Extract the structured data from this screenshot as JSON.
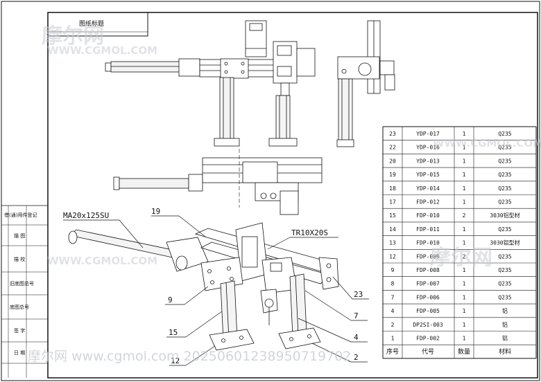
{
  "title_box": "图纸标题",
  "side_labels": [
    "借(通)用件登记",
    "描 图",
    "描 校",
    "旧底图总号",
    "底图总号",
    "签 字",
    "日 期"
  ],
  "callouts": {
    "cylinder": "MA20x125SU",
    "screw": "TR10X20S",
    "n19": "19",
    "n9": "9",
    "n15": "15",
    "n12": "12",
    "n23": "23",
    "n7": "7",
    "n4": "4",
    "n2": "2"
  },
  "bom": {
    "headers": {
      "seq": "序号",
      "code": "代号",
      "qty": "数量",
      "material": "材料"
    },
    "rows": [
      {
        "seq": "23",
        "code": "YDP-017",
        "qty": "1",
        "material": "Q235"
      },
      {
        "seq": "22",
        "code": "YDP-016",
        "qty": "1",
        "material": "Q235"
      },
      {
        "seq": "20",
        "code": "YDP-013",
        "qty": "1",
        "material": "Q235"
      },
      {
        "seq": "19",
        "code": "YDP-015",
        "qty": "1",
        "material": "Q235"
      },
      {
        "seq": "18",
        "code": "YDP-014",
        "qty": "1",
        "material": "Q235"
      },
      {
        "seq": "17",
        "code": "FDP-012",
        "qty": "1",
        "material": "Q235"
      },
      {
        "seq": "15",
        "code": "FDP-010",
        "qty": "2",
        "material": "3030铝型材"
      },
      {
        "seq": "14",
        "code": "FDP-011",
        "qty": "1",
        "material": "Q235"
      },
      {
        "seq": "13",
        "code": "FDP-010",
        "qty": "1",
        "material": "3030铝型材"
      },
      {
        "seq": "12",
        "code": "FDP-009",
        "qty": "2",
        "material": "Q235"
      },
      {
        "seq": "9",
        "code": "FDP-008",
        "qty": "1",
        "material": "Q235"
      },
      {
        "seq": "8",
        "code": "FDP-007",
        "qty": "1",
        "material": "Q235"
      },
      {
        "seq": "7",
        "code": "FDP-006",
        "qty": "1",
        "material": "Q235"
      },
      {
        "seq": "4",
        "code": "FDP-005",
        "qty": "1",
        "material": "铝"
      },
      {
        "seq": "2",
        "code": "DP2SI-003",
        "qty": "1",
        "material": "铝"
      },
      {
        "seq": "1",
        "code": "FDP-002",
        "qty": "1",
        "material": "铝"
      }
    ]
  },
  "watermarks": {
    "logo": "摩尔网",
    "url": "WWW.CGMOL.COM",
    "bottom": "摩尔网 www.cgmol.com 2025060123895071​9702"
  }
}
